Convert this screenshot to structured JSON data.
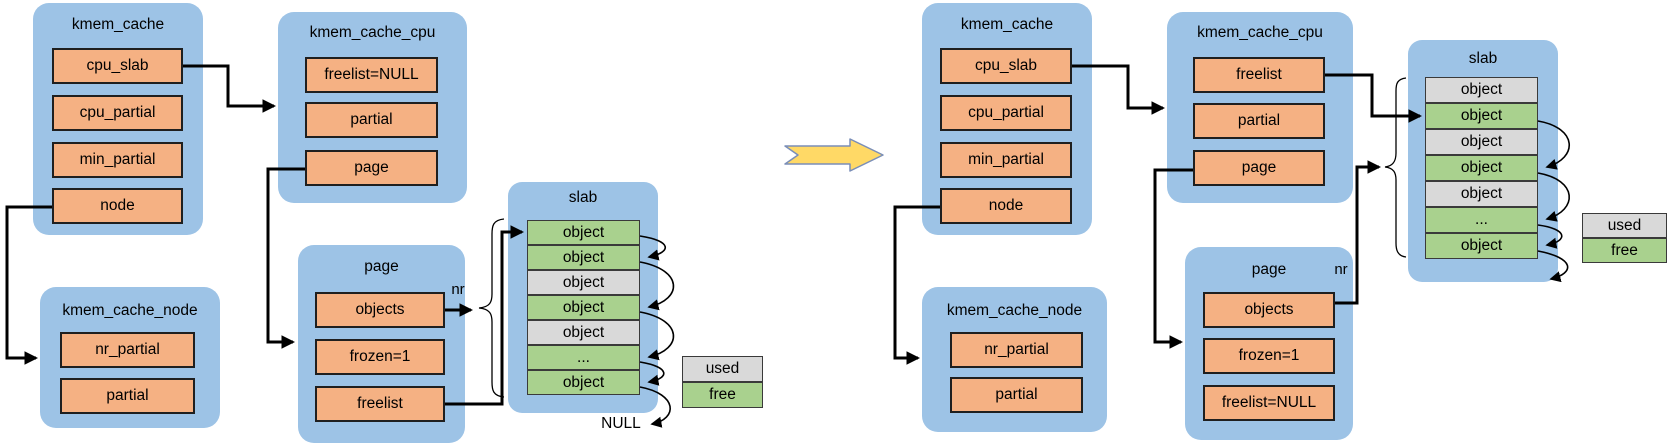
{
  "legend": {
    "items": [
      {
        "label": "used",
        "state": "used"
      },
      {
        "label": "free",
        "state": "free"
      }
    ]
  },
  "left": {
    "kmem_cache": {
      "title": "kmem_cache",
      "fields": [
        "cpu_slab",
        "cpu_partial",
        "min_partial",
        "node"
      ]
    },
    "kmem_cache_cpu": {
      "title": "kmem_cache_cpu",
      "fields": [
        "freelist=NULL",
        "partial",
        "page"
      ]
    },
    "kmem_cache_node": {
      "title": "kmem_cache_node",
      "fields": [
        "nr_partial",
        "partial"
      ]
    },
    "page": {
      "title": "page",
      "fields": [
        "objects",
        "frozen=1",
        "freelist"
      ]
    },
    "slab": {
      "title": "slab",
      "rows": [
        {
          "label": "object",
          "state": "free"
        },
        {
          "label": "object",
          "state": "free"
        },
        {
          "label": "object",
          "state": "used"
        },
        {
          "label": "object",
          "state": "free"
        },
        {
          "label": "object",
          "state": "used"
        },
        {
          "label": "...",
          "state": "free"
        },
        {
          "label": "object",
          "state": "free"
        }
      ]
    },
    "nr_label": "nr",
    "null_label": "NULL"
  },
  "right": {
    "kmem_cache": {
      "title": "kmem_cache",
      "fields": [
        "cpu_slab",
        "cpu_partial",
        "min_partial",
        "node"
      ]
    },
    "kmem_cache_cpu": {
      "title": "kmem_cache_cpu",
      "fields": [
        "freelist",
        "partial",
        "page"
      ]
    },
    "kmem_cache_node": {
      "title": "kmem_cache_node",
      "fields": [
        "nr_partial",
        "partial"
      ]
    },
    "page": {
      "title": "page",
      "fields": [
        "objects",
        "frozen=1",
        "freelist=NULL"
      ]
    },
    "slab": {
      "title": "slab",
      "rows": [
        {
          "label": "object",
          "state": "used"
        },
        {
          "label": "object",
          "state": "free"
        },
        {
          "label": "object",
          "state": "used"
        },
        {
          "label": "object",
          "state": "free"
        },
        {
          "label": "object",
          "state": "used"
        },
        {
          "label": "...",
          "state": "free"
        },
        {
          "label": "object",
          "state": "free"
        }
      ]
    },
    "nr_label": "nr"
  },
  "colors": {
    "container_blue": "#9DC3E6",
    "field_orange": "#F5B183",
    "free_green": "#A9D18E",
    "used_gray": "#D9D9D9",
    "transition_arrow_fill": "#FFD966",
    "transition_arrow_stroke": "#7A8EB8"
  }
}
